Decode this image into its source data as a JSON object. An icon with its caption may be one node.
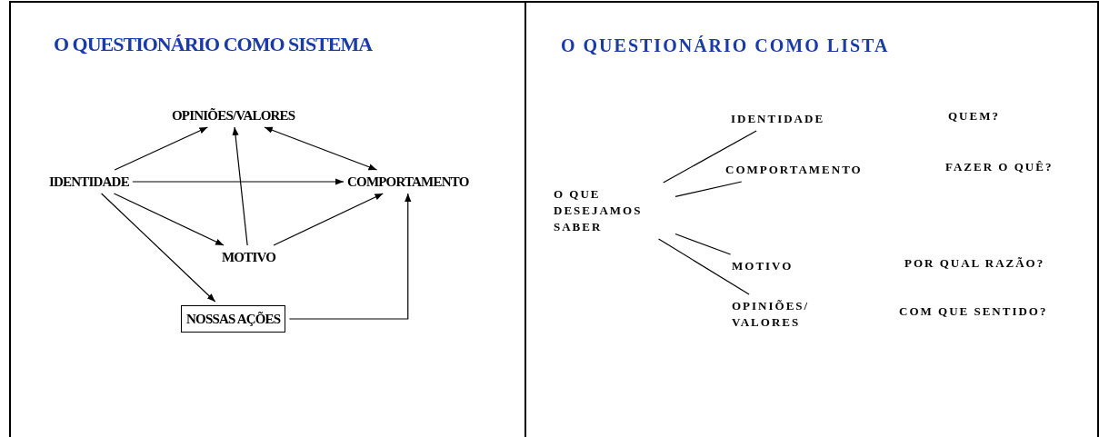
{
  "diagram": {
    "nodes": [
      {
        "text": [
          "O QUESTIONÁRIO COMO SISTEMA"
        ]
      },
      {
        "text": [
          "OPINIÕES/VALORES"
        ],
        "in": 0
      },
      {
        "text": [
          "IDENTIDADE"
        ],
        "in": 0
      },
      {
        "text": [
          "COMPORTAMENTO"
        ],
        "in": 0
      },
      {
        "text": [
          "MOTIVO"
        ],
        "in": 0
      },
      {
        "text": [
          "NOSSAS AÇÕES"
        ],
        "in": 0
      },
      {
        "text": [
          "O QUESTIONÁRIO COMO LISTA"
        ]
      },
      {
        "text": [
          "O QUE DESEJAMOS SABER"
        ],
        "in": 6
      },
      {
        "text": [
          "IDENTIDADE"
        ],
        "in": 6
      },
      {
        "text": [
          "COMPORTAMENTO"
        ],
        "in": 6
      },
      {
        "text": [
          "MOTIVO"
        ],
        "in": 6
      },
      {
        "text": [
          "OPINIÕES/ VALORES"
        ],
        "in": 6
      }
    ],
    "labels": [
      "QUEM?",
      "FAZER O QUÊ?",
      "POR QUAL RAZÃO?",
      "COM QUE SENTIDO?"
    ],
    "edges": [
      {
        "from": 2,
        "to": 1,
        "arrow": "to"
      },
      {
        "from": 2,
        "to": 3,
        "arrow": "to"
      },
      {
        "from": 2,
        "to": 4,
        "arrow": "to"
      },
      {
        "from": 4,
        "to": 1,
        "arrow": "to"
      },
      {
        "from": 1,
        "to": 3,
        "arrow": "both"
      },
      {
        "from": 4,
        "to": 3,
        "arrow": "to"
      },
      {
        "from": 2,
        "to": 5,
        "arrow": "to"
      },
      {
        "from": 5,
        "to": 3,
        "arrow": "to"
      },
      {
        "from": 7,
        "to": 8,
        "arrow": "none"
      },
      {
        "from": 7,
        "to": 9,
        "arrow": "none"
      },
      {
        "from": 7,
        "to": 10,
        "arrow": "none"
      },
      {
        "from": 7,
        "to": 11,
        "arrow": "none"
      }
    ]
  }
}
